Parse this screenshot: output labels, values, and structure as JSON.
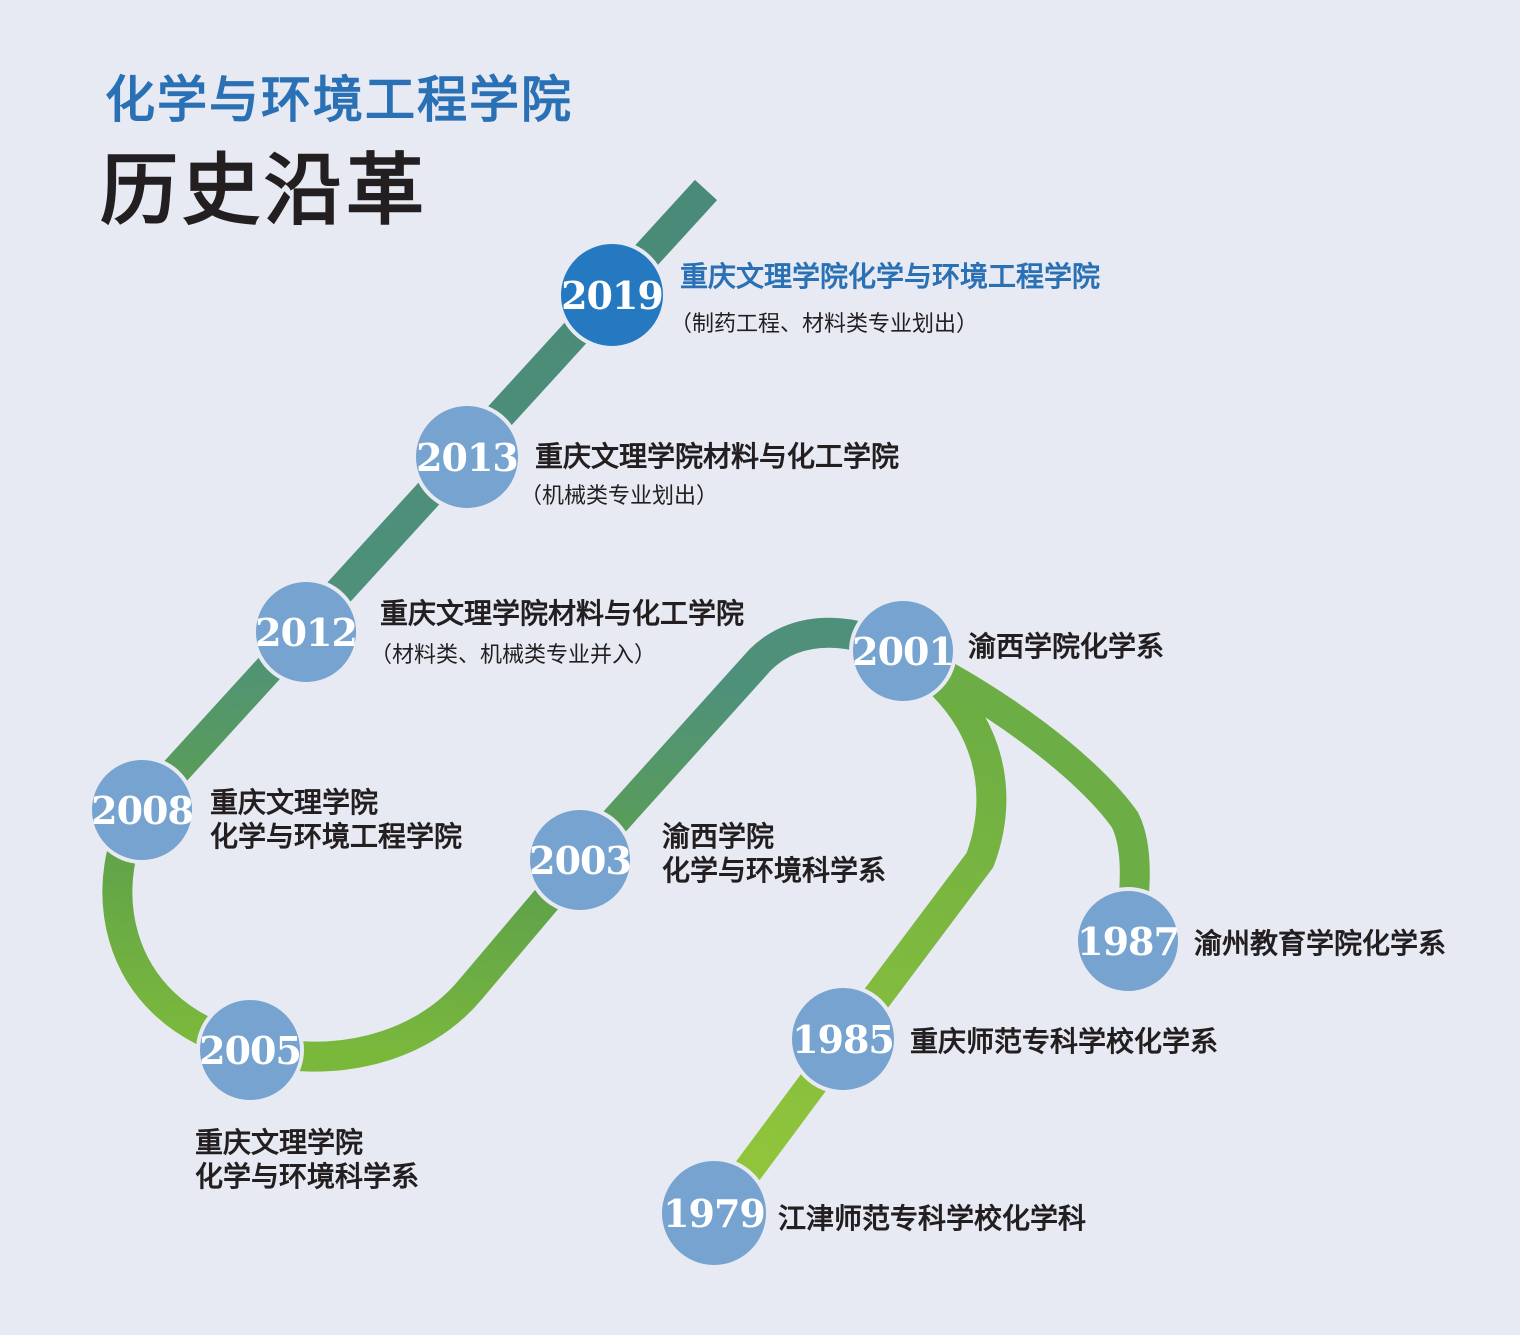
{
  "header": {
    "college_name": "化学与环境工程学院",
    "section_title": "历史沿革"
  },
  "milestones": [
    {
      "year": "2019",
      "name": "重庆文理学院化学与环境工程学院",
      "note": "（制药工程、材料类专业划出）"
    },
    {
      "year": "2013",
      "name": "重庆文理学院材料与化工学院",
      "note": "（机械类专业划出）"
    },
    {
      "year": "2012",
      "name": "重庆文理学院材料与化工学院",
      "note": "（材料类、机械类专业并入）"
    },
    {
      "year": "2008",
      "name_line1": "重庆文理学院",
      "name_line2": "化学与环境工程学院"
    },
    {
      "year": "2005",
      "name_line1": "重庆文理学院",
      "name_line2": "化学与环境科学系"
    },
    {
      "year": "2003",
      "name_line1": "渝西学院",
      "name_line2": "化学与环境科学系"
    },
    {
      "year": "2001",
      "name": "渝西学院化学系"
    },
    {
      "year": "1987",
      "name": "渝州教育学院化学系"
    },
    {
      "year": "1985",
      "name": "重庆师范专科学校化学系"
    },
    {
      "year": "1979",
      "name": "江津师范专科学校化学科"
    }
  ],
  "colors": {
    "background": "#e7eaf2",
    "node": "#76a3cf",
    "node_current": "#2479c0",
    "path_dark": "#4a8a78",
    "path_mid": "#5fa24a",
    "path_light": "#8cc43a",
    "title_blue": "#2a70b5"
  }
}
